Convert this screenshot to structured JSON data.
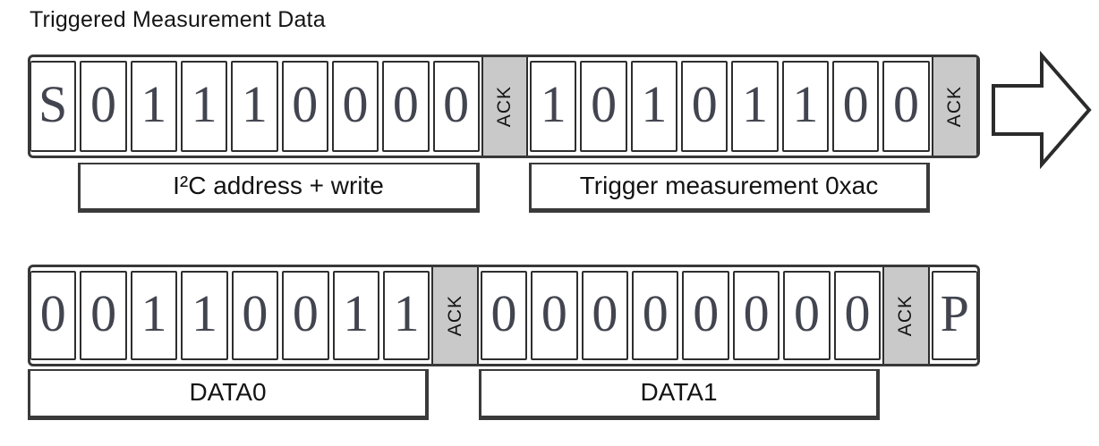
{
  "title": "Triggered Measurement Data",
  "colors": {
    "border": "#383838",
    "ack_fill": "#c9c9c9",
    "digit_color": "#42454f"
  },
  "arrow": {
    "name": "continuation-arrow",
    "direction": "right"
  },
  "rows": [
    {
      "name": "command-frame",
      "cells": [
        {
          "text": "S",
          "type": "start"
        },
        {
          "text": "0",
          "type": "bit"
        },
        {
          "text": "1",
          "type": "bit"
        },
        {
          "text": "1",
          "type": "bit"
        },
        {
          "text": "1",
          "type": "bit"
        },
        {
          "text": "0",
          "type": "bit"
        },
        {
          "text": "0",
          "type": "bit"
        },
        {
          "text": "0",
          "type": "bit"
        },
        {
          "text": "0",
          "type": "bit"
        },
        {
          "text": "ACK",
          "type": "ack"
        },
        {
          "text": "1",
          "type": "bit"
        },
        {
          "text": "0",
          "type": "bit"
        },
        {
          "text": "1",
          "type": "bit"
        },
        {
          "text": "0",
          "type": "bit"
        },
        {
          "text": "1",
          "type": "bit"
        },
        {
          "text": "1",
          "type": "bit"
        },
        {
          "text": "0",
          "type": "bit"
        },
        {
          "text": "0",
          "type": "bit"
        },
        {
          "text": "ACK",
          "type": "ack"
        }
      ],
      "labels": [
        {
          "text": "I²C address + write"
        },
        {
          "text": "Trigger measurement 0xac"
        }
      ]
    },
    {
      "name": "data-frame",
      "cells": [
        {
          "text": "0",
          "type": "bit"
        },
        {
          "text": "0",
          "type": "bit"
        },
        {
          "text": "1",
          "type": "bit"
        },
        {
          "text": "1",
          "type": "bit"
        },
        {
          "text": "0",
          "type": "bit"
        },
        {
          "text": "0",
          "type": "bit"
        },
        {
          "text": "1",
          "type": "bit"
        },
        {
          "text": "1",
          "type": "bit"
        },
        {
          "text": "ACK",
          "type": "ack"
        },
        {
          "text": "0",
          "type": "bit"
        },
        {
          "text": "0",
          "type": "bit"
        },
        {
          "text": "0",
          "type": "bit"
        },
        {
          "text": "0",
          "type": "bit"
        },
        {
          "text": "0",
          "type": "bit"
        },
        {
          "text": "0",
          "type": "bit"
        },
        {
          "text": "0",
          "type": "bit"
        },
        {
          "text": "0",
          "type": "bit"
        },
        {
          "text": "ACK",
          "type": "ack"
        },
        {
          "text": "P",
          "type": "stop"
        }
      ],
      "labels": [
        {
          "text": "DATA0"
        },
        {
          "text": "DATA1"
        }
      ]
    }
  ]
}
